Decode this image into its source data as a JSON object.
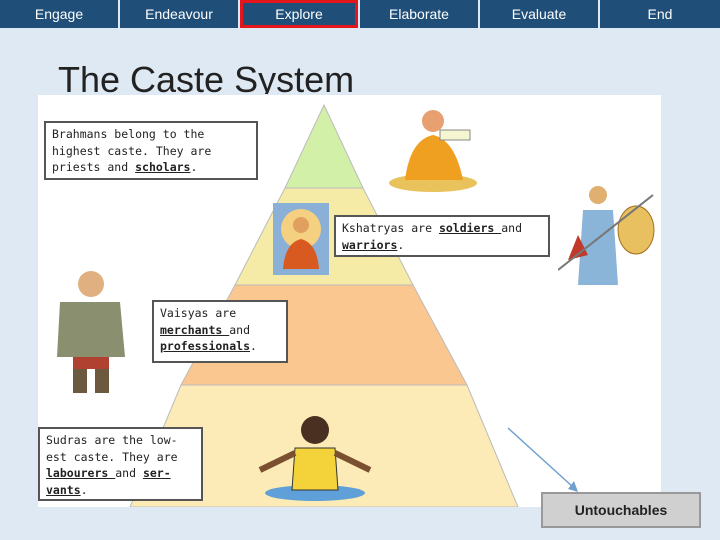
{
  "nav": {
    "tabs": [
      {
        "label": "Engage"
      },
      {
        "label": "Endeavour"
      },
      {
        "label": "Explore",
        "active": true
      },
      {
        "label": "Elaborate"
      },
      {
        "label": "Evaluate"
      },
      {
        "label": "End"
      }
    ]
  },
  "slide": {
    "title": "The Caste System"
  },
  "pyramid": {
    "brahmans": {
      "text1": "Brahmans belong to the highest caste. They are priests and ",
      "bold1": "scholars",
      "text2": "."
    },
    "kshatryas": {
      "text1": "Kshatryas are ",
      "bold1": "soldiers ",
      "text2": "and ",
      "bold2": "warriors",
      "text3": "."
    },
    "vaisyas": {
      "text1": "Vaisyas are ",
      "bold1": "merchants ",
      "text2": "and ",
      "bold2": "professionals",
      "text3": "."
    },
    "sudras": {
      "text1": "Sudras are the low-est caste. They are ",
      "bold1": "labourers ",
      "text2": "and ",
      "bold2": "ser-vants",
      "text3": "."
    }
  },
  "untouchables": {
    "label": "Untouchables"
  },
  "colors": {
    "tab_bg": "#1f4e79",
    "active_border": "#e3171b",
    "tier1": "#d3f0a8",
    "tier2": "#f6eba6",
    "tier3": "#fbc791",
    "tier4": "#fcebb6"
  }
}
